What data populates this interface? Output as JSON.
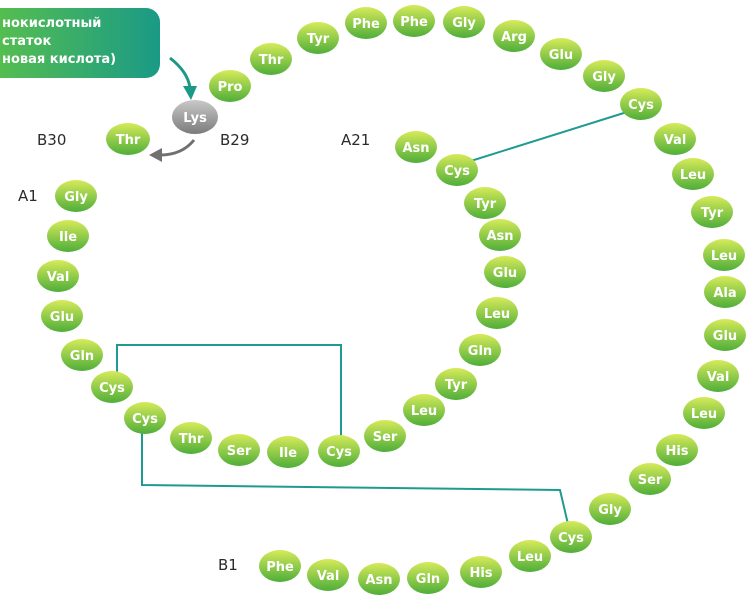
{
  "callout": {
    "lines": [
      "нокислотный",
      "статок",
      "новая кислота)"
    ]
  },
  "labels": {
    "b30": "B30",
    "b29": "B29",
    "a21": "A21",
    "a1": "A1",
    "b1": "B1"
  },
  "modified_residue": "Lys",
  "chain_a": [
    "Gly",
    "Ile",
    "Val",
    "Glu",
    "Gln",
    "Cys",
    "Cys",
    "Thr",
    "Ser",
    "Ile",
    "Cys",
    "Ser",
    "Leu",
    "Tyr",
    "Gln",
    "Leu",
    "Glu",
    "Asn",
    "Tyr",
    "Cys",
    "Asn"
  ],
  "chain_b": [
    "Phe",
    "Val",
    "Asn",
    "Gln",
    "His",
    "Leu",
    "Cys",
    "Gly",
    "Ser",
    "His",
    "Leu",
    "Val",
    "Glu",
    "Ala",
    "Leu",
    "Tyr",
    "Leu",
    "Val",
    "Cys",
    "Gly",
    "Glu",
    "Arg",
    "Gly",
    "Phe",
    "Phe",
    "Tyr",
    "Thr",
    "Pro",
    "Lys",
    "Thr"
  ],
  "colors": {
    "residue_light": "#d6ea5a",
    "residue_dark": "#4fae3a",
    "lys_light": "#c9c9c9",
    "lys_dark": "#7b7b7b",
    "bond": "#1f9a90",
    "callout_light": "#5cc24a",
    "callout_dark": "#1a9a86",
    "arrow_teal": "#1a9a86",
    "arrow_gray": "#707070"
  }
}
